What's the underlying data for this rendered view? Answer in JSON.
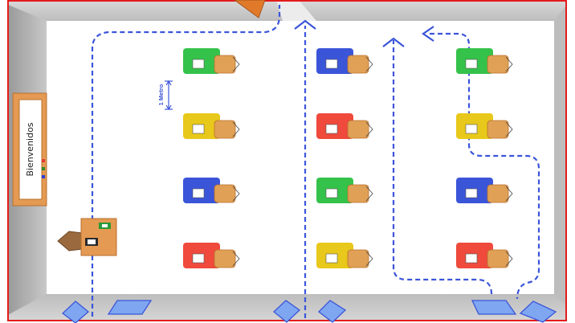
{
  "classroom": {
    "board_text": "Bienvenidos",
    "scale_label": "1 Metro",
    "colors": {
      "green": "#35c24a",
      "blue": "#3b55d9",
      "yellow": "#e8c81a",
      "red": "#ef4a3c",
      "chair": "#e0a055",
      "floor": "#ffffff",
      "wall": "#c4c4c4",
      "path": "#3b55d9",
      "frame": "#e41b1b"
    },
    "student_desks": [
      [
        "green",
        "blue",
        "green"
      ],
      [
        "yellow",
        "red",
        "yellow"
      ],
      [
        "blue",
        "green",
        "blue"
      ],
      [
        "red",
        "yellow",
        "red"
      ]
    ]
  }
}
